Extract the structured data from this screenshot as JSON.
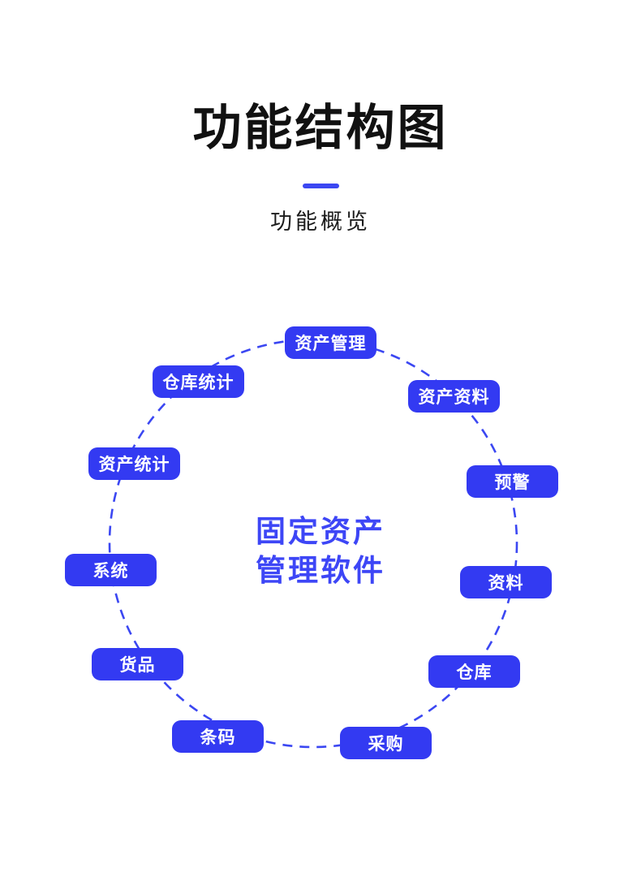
{
  "page": {
    "title": "功能结构图",
    "subtitle": "功能概览"
  },
  "colors": {
    "badge": "#333af2",
    "dashed_line": "#3b47f2",
    "center_text": "#3d46f6",
    "title_text": "#111111",
    "background": "#ffffff",
    "node_text": "#ffffff"
  },
  "diagram": {
    "center": {
      "line1": "固定资产",
      "line2": "管理软件"
    },
    "nodes": [
      {
        "label": "资产管理"
      },
      {
        "label": "资产资料"
      },
      {
        "label": "预警"
      },
      {
        "label": "资料"
      },
      {
        "label": "仓库"
      },
      {
        "label": "采购"
      },
      {
        "label": "条码"
      },
      {
        "label": "货品"
      },
      {
        "label": "系统"
      },
      {
        "label": "资产统计"
      },
      {
        "label": "仓库统计"
      }
    ]
  }
}
